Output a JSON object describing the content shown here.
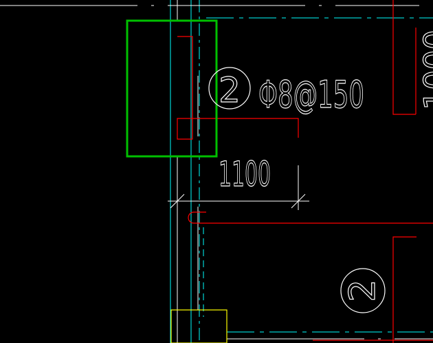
{
  "drawing": {
    "background": "#000000",
    "colors": {
      "cyan": "#00ffff",
      "white": "#ffffff",
      "red": "#ff0000",
      "green": "#00c000",
      "yellow": "#ffff00"
    },
    "rebar_callout": {
      "mark_number": "2",
      "spec": "Φ8@150"
    },
    "dimension": {
      "value": "1100"
    },
    "lower_mark": {
      "mark_number": "2"
    },
    "edge_dimension": {
      "value": "1000"
    }
  }
}
